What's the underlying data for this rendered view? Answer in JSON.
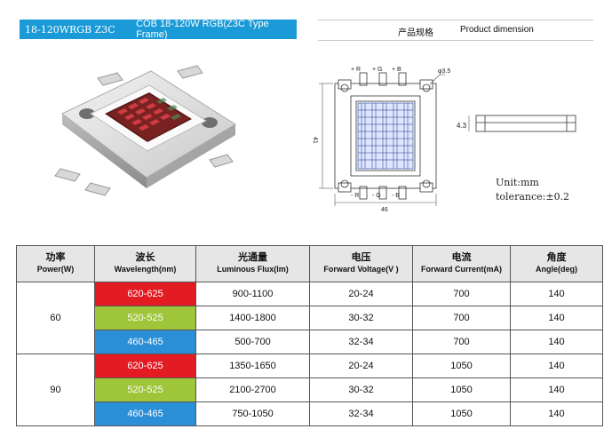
{
  "header": {
    "model_code": "18-120WRGB Z3C",
    "model_desc": "COB 18-120W RGB(Z3C  Type Frame)",
    "spec_cn": "产品规格",
    "spec_en": "Product dimension"
  },
  "drawing": {
    "pad_labels_top": [
      "+ R",
      "+ G",
      "+ B"
    ],
    "pad_labels_bottom": [
      "- R",
      "- G",
      "- B"
    ],
    "dim_hole": "φ3.5",
    "dim_height": "41",
    "dim_width": "46",
    "dim_thickness": "4.3"
  },
  "units": {
    "unit": "Unit:mm",
    "tolerance": "tolerance:±0.2"
  },
  "colors": {
    "title_bar": "#1a9ad6",
    "red": "#e31b23",
    "green": "#9fc53a",
    "blue": "#2a8fd6"
  },
  "table": {
    "headers": [
      {
        "cn": "功率",
        "en": "Power(W)"
      },
      {
        "cn": "波长",
        "en": "Wavelength(nm)"
      },
      {
        "cn": "光通量",
        "en": "Luminous Flux(lm)"
      },
      {
        "cn": "电压",
        "en": "Forward Voltage(V )"
      },
      {
        "cn": "电流",
        "en": "Forward Current(mA)"
      },
      {
        "cn": "角度",
        "en": "Angle(deg)"
      }
    ],
    "groups": [
      {
        "power": "60",
        "rows": [
          {
            "wavelength": "620-625",
            "flux": "900-1100",
            "voltage": "20-24",
            "current": "700",
            "angle": "140"
          },
          {
            "wavelength": "520-525",
            "flux": "1400-1800",
            "voltage": "30-32",
            "current": "700",
            "angle": "140"
          },
          {
            "wavelength": "460-465",
            "flux": "500-700",
            "voltage": "32-34",
            "current": "700",
            "angle": "140"
          }
        ]
      },
      {
        "power": "90",
        "rows": [
          {
            "wavelength": "620-625",
            "flux": "1350-1650",
            "voltage": "20-24",
            "current": "1050",
            "angle": "140"
          },
          {
            "wavelength": "520-525",
            "flux": "2100-2700",
            "voltage": "30-32",
            "current": "1050",
            "angle": "140"
          },
          {
            "wavelength": "460-465",
            "flux": "750-1050",
            "voltage": "32-34",
            "current": "1050",
            "angle": "140"
          }
        ]
      }
    ]
  }
}
